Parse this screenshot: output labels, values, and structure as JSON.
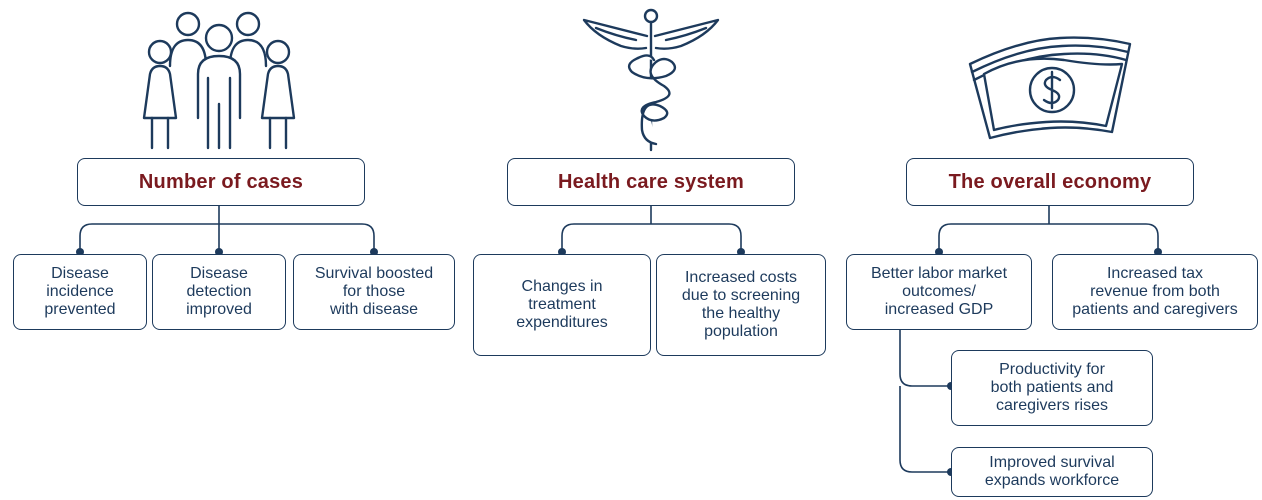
{
  "columns": [
    {
      "heading": "Number of cases",
      "icon": "people-icon",
      "items": [
        "Disease\nincidence\nprevented",
        "Disease\ndetection\nimproved",
        "Survival boosted\nfor those\nwith disease"
      ]
    },
    {
      "heading": "Health care system",
      "icon": "caduceus-icon",
      "items": [
        "Changes in\ntreatment\nexpenditures",
        "Increased costs\ndue to screening\nthe healthy\npopulation"
      ]
    },
    {
      "heading": "The overall economy",
      "icon": "money-stack-icon",
      "items": [
        "Better labor market\noutcomes/\nincreased GDP",
        "Increased tax\nrevenue from both\npatients and caregivers"
      ],
      "subitems": [
        "Productivity for\nboth patients and\ncaregivers rises",
        "Improved survival\nexpands workforce"
      ]
    }
  ],
  "colors": {
    "line": "#1d3a5c",
    "heading_text": "#7a1a1f",
    "background": "#ffffff"
  }
}
